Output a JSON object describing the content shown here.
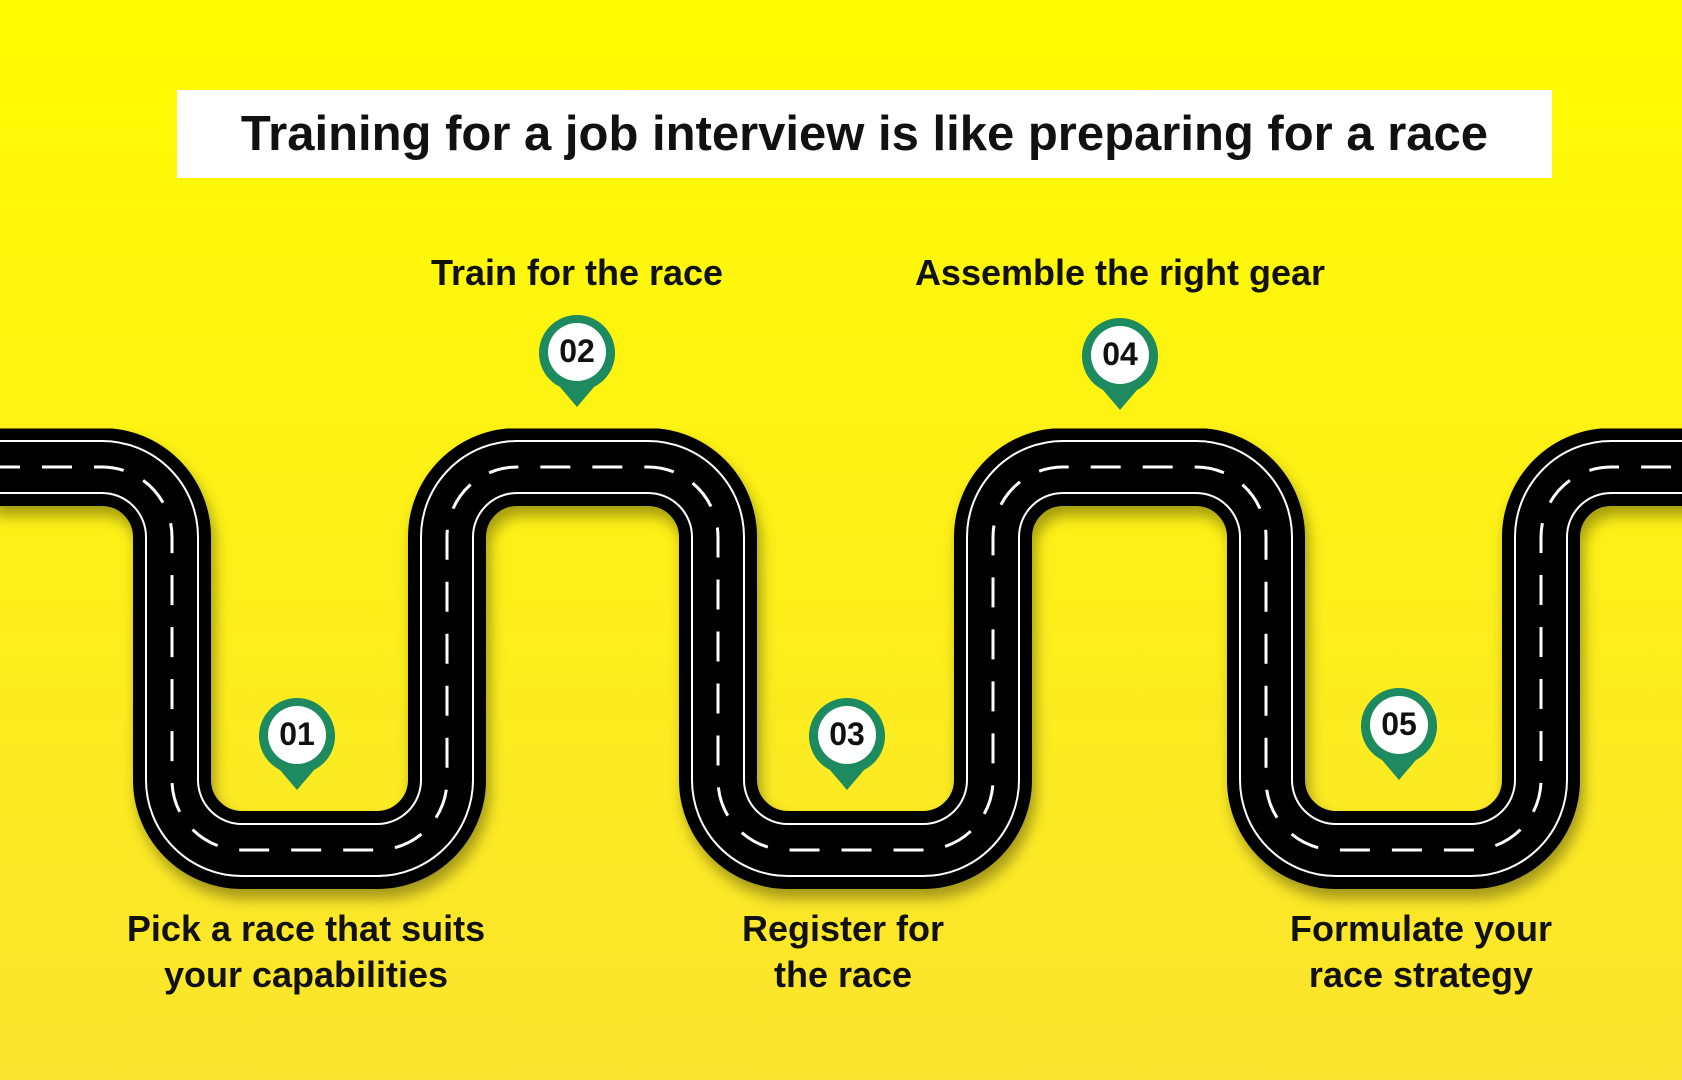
{
  "title": "Training for a job interview is like preparing for a race",
  "colors": {
    "background_top": "#fffc00",
    "background_bottom": "#fbe42f",
    "road": "#000000",
    "road_edge_line": "#ffffff",
    "marker_ring": "#1e8a5f",
    "marker_fill": "#ffffff"
  },
  "steps": [
    {
      "number": "01",
      "lines": [
        "Pick a race that suits",
        "your capabilities"
      ]
    },
    {
      "number": "02",
      "lines": [
        "Train for the race"
      ]
    },
    {
      "number": "03",
      "lines": [
        "Register for",
        "the race"
      ]
    },
    {
      "number": "04",
      "lines": [
        "Assemble the right gear"
      ]
    },
    {
      "number": "05",
      "lines": [
        "Formulate your",
        "race strategy"
      ]
    }
  ]
}
